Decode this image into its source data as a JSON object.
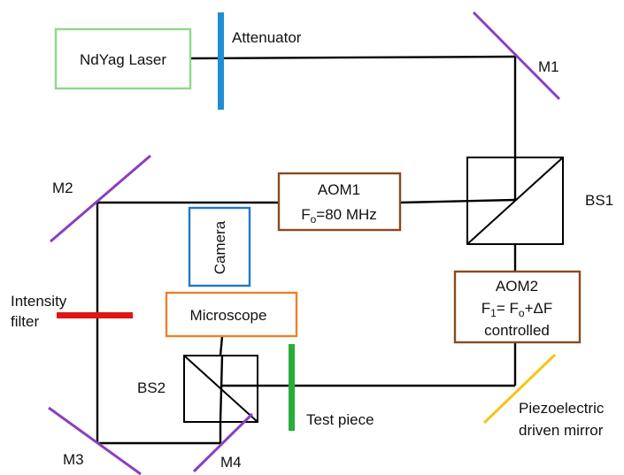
{
  "colors": {
    "laser_box": "#8fd88a",
    "attenuator": "#1f8fd1",
    "mirror": "#8b3fc0",
    "aom_box": "#8b4a1f",
    "camera_box": "#1f78c8",
    "microscope_box": "#e8822a",
    "intensity_filter": "#e01616",
    "test_piece": "#27ae3a",
    "piezo_mirror": "#f5c518",
    "beam": "#000000"
  },
  "labels": {
    "laser": "NdYag Laser",
    "attenuator": "Attenuator",
    "m1": "M1",
    "m2": "M2",
    "m3": "M3",
    "m4": "M4",
    "bs1": "BS1",
    "bs2": "BS2",
    "aom1_line1": "AOM1",
    "aom1_line2_prefix": "F",
    "aom1_line2_sub": "o",
    "aom1_line2_suffix": "=80 MHz",
    "aom2_line1": "AOM2",
    "aom2_line2_f1": "F",
    "aom2_line2_f1_sub": "1",
    "aom2_line2_mid": "= F",
    "aom2_line2_fo_sub": "o",
    "aom2_line2_suffix": "+ΔF",
    "aom2_line3": "controlled",
    "camera": "Camera",
    "microscope": "Microscope",
    "intensity_line1": "Intensity",
    "intensity_line2": "filter",
    "test_piece": "Test piece",
    "piezo_line1": "Piezoelectric",
    "piezo_line2": "driven mirror"
  }
}
